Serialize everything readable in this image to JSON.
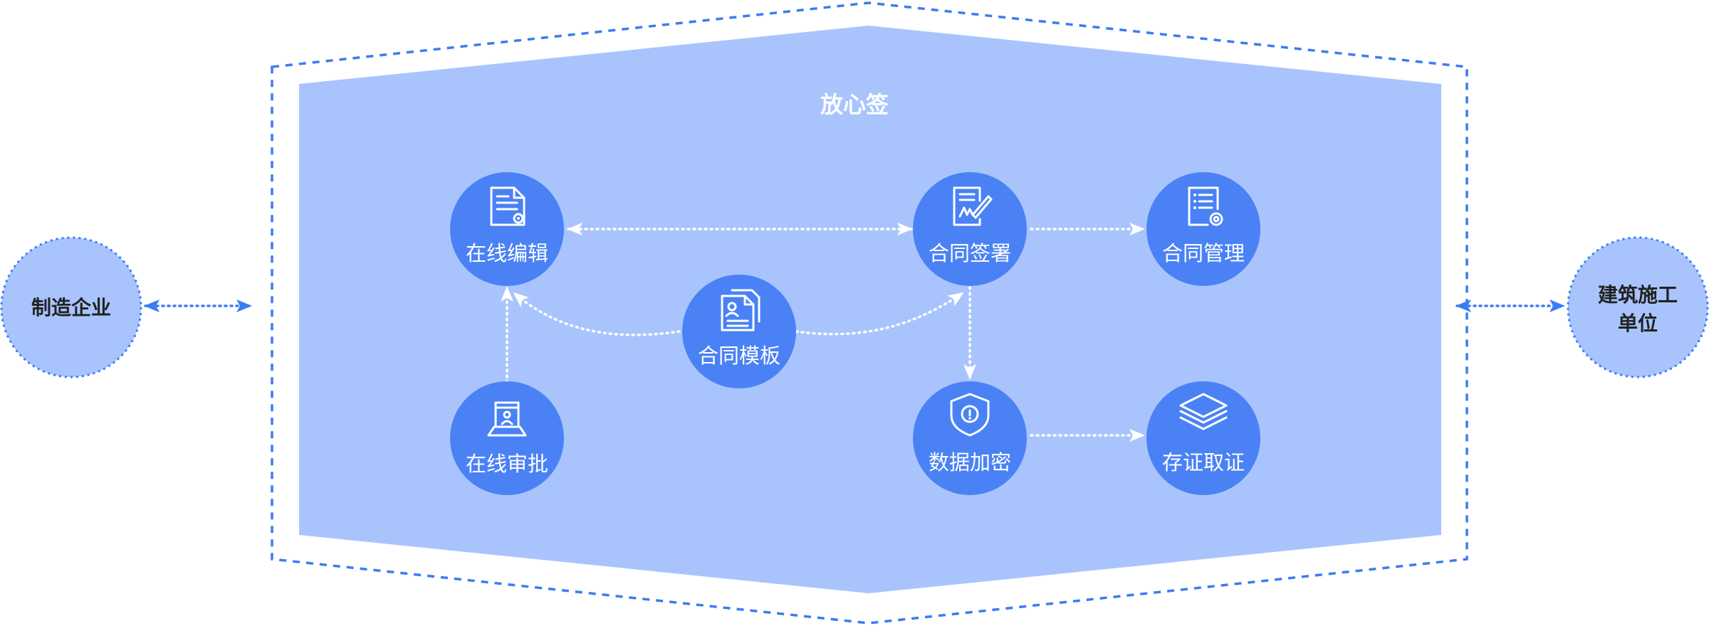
{
  "platform": {
    "title": "放心签"
  },
  "external": {
    "left": {
      "label": "制造企业"
    },
    "right": {
      "line1": "建筑施工",
      "line2": "单位"
    }
  },
  "nodes": {
    "edit": {
      "label": "在线编辑",
      "icon": "document-edit-icon"
    },
    "approve": {
      "label": "在线审批",
      "icon": "stamp-approval-icon"
    },
    "template": {
      "label": "合同模板",
      "icon": "template-files-icon"
    },
    "sign": {
      "label": "合同签署",
      "icon": "sign-pen-icon"
    },
    "manage": {
      "label": "合同管理",
      "icon": "document-settings-icon"
    },
    "encrypt": {
      "label": "数据加密",
      "icon": "shield-icon"
    },
    "evidence": {
      "label": "存证取证",
      "icon": "layers-icon"
    }
  },
  "colors": {
    "node": "#4a82f5",
    "panel": "#a9c4fd",
    "dashed_border": "#3b7cf3",
    "external_fill": "#a9c4fd",
    "link": "#ffffff"
  }
}
